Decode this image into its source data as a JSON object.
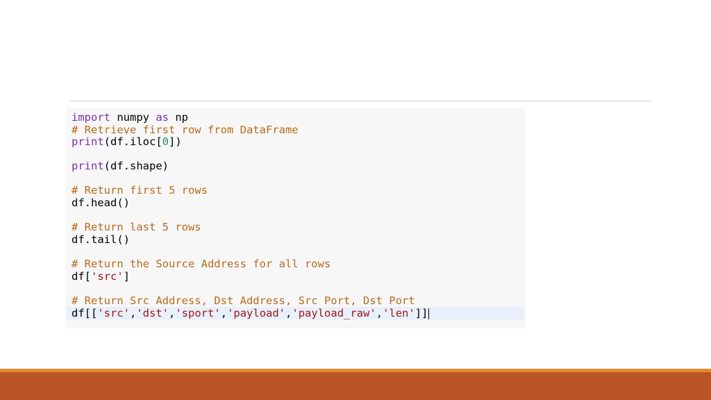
{
  "code": {
    "l1_kw1": "import",
    "l1_txt1": " numpy ",
    "l1_kw2": "as",
    "l1_txt2": " np",
    "l2_comment": "# Retrieve first row from DataFrame",
    "l3_kw": "print",
    "l3_txt1": "(df.iloc[",
    "l3_num": "0",
    "l3_txt2": "])",
    "l4_kw": "print",
    "l4_txt": "(df.shape)",
    "l5_comment": "# Return first 5 rows",
    "l6_txt": "df.head()",
    "l7_comment": "# Return last 5 rows",
    "l8_txt": "df.tail()",
    "l9_comment": "# Return the Source Address for all rows",
    "l10_txt1": "df[",
    "l10_str": "'src'",
    "l10_txt2": "]",
    "l11_comment": "# Return Src Address, Dst Address, Src Port, Dst Port",
    "l12_txt1": "df[[",
    "l12_s1": "'src'",
    "l12_c1": ",",
    "l12_s2": "'dst'",
    "l12_c2": ",",
    "l12_s3": "'sport'",
    "l12_c3": ",",
    "l12_s4": "'payload'",
    "l12_c4": ",",
    "l12_s5": "'payload_raw'",
    "l12_c5": ",",
    "l12_s6": "'len'",
    "l12_txt2": "]]"
  },
  "colors": {
    "keyword": "#7a2fb0",
    "comment": "#b86a1a",
    "string": "#a31515",
    "number": "#1f8f5a",
    "band_light": "#e3892b",
    "band_dark": "#bb5528"
  }
}
